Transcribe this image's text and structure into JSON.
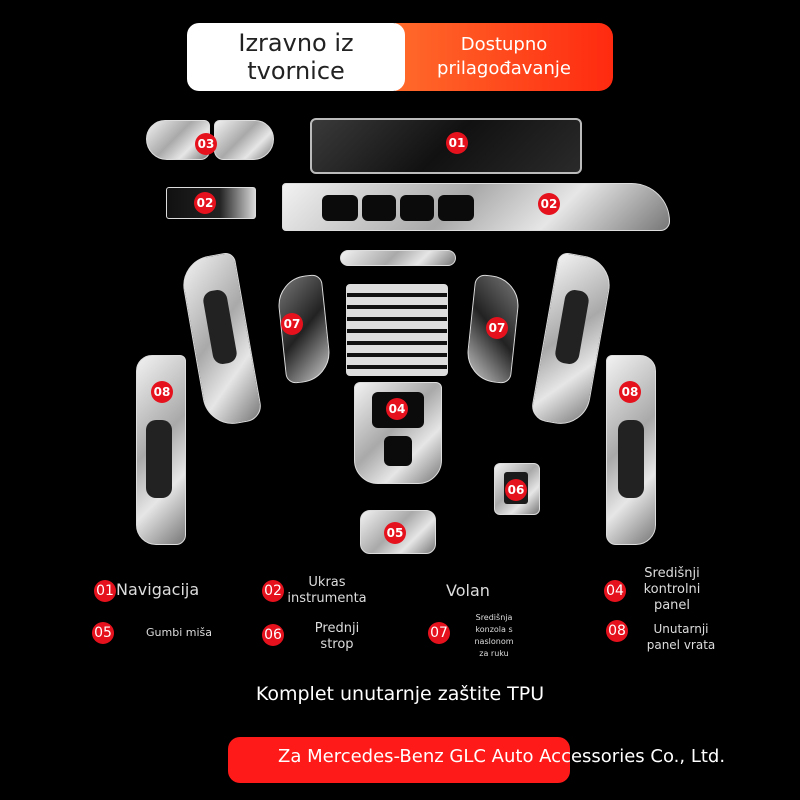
{
  "header": {
    "left_tab": "Izravno iz\ntvornice",
    "right_tab": "Dostupno\nprilagođavanje"
  },
  "parts": {
    "badge_01": "01",
    "badge_02a": "02",
    "badge_02b": "02",
    "badge_03": "03",
    "badge_04": "04",
    "badge_05": "05",
    "badge_06": "06",
    "badge_07a": "07",
    "badge_07b": "07",
    "badge_08a": "08",
    "badge_08b": "08"
  },
  "legend": {
    "items": [
      {
        "num": "01",
        "label": "Navigacija"
      },
      {
        "num": "02",
        "label": "Ukras\ninstrumenta"
      },
      {
        "num": "",
        "label": "Volan"
      },
      {
        "num": "04",
        "label": "Središnji\nkontrolni\npanel"
      },
      {
        "num": "05",
        "label": "Gumbi miša"
      },
      {
        "num": "06",
        "label": "Prednji\nstrop"
      },
      {
        "num": "07",
        "label": "Središnja\nkonzola s\nnaslonom\nza ruku"
      },
      {
        "num": "08",
        "label": "Unutarnji\npanel vrata"
      }
    ]
  },
  "title": "Komplet unutarnje zaštite TPU",
  "footer": "Za Mercedes-Benz GLC Auto Accessories Co., Ltd.",
  "colors": {
    "accent": "#e5121d",
    "tab_red": "#ff3a18",
    "background": "#000000"
  }
}
